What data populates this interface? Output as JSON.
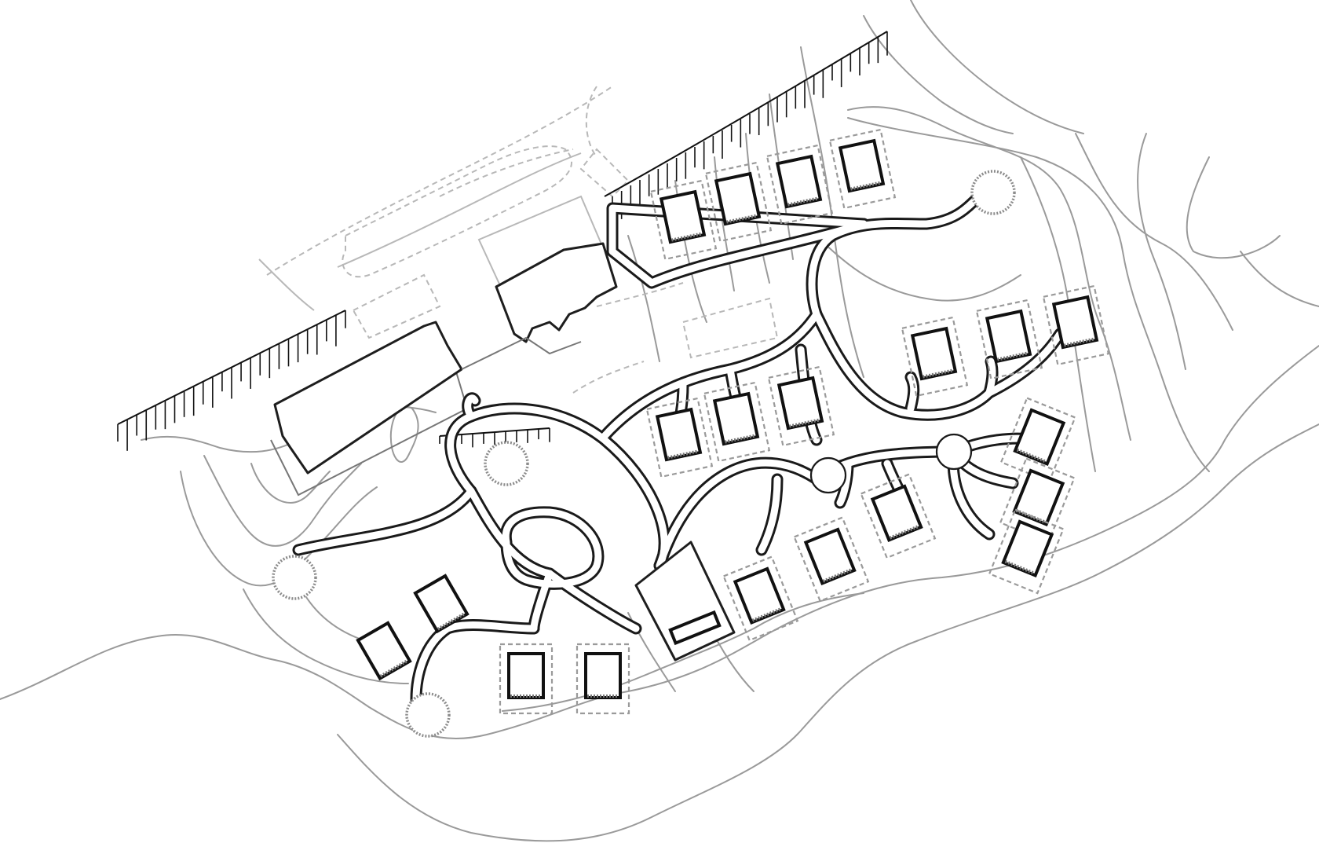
{
  "drawing": {
    "kind": "site-plan-line-drawing",
    "text_labels": [],
    "colors": {
      "background": "#ffffff",
      "linework": "#1a1a1a",
      "contours": "#9a9a9a",
      "existing_dashed": "#b8b8b8"
    },
    "cabins_count": 21,
    "circular_nodes_count": 7
  }
}
